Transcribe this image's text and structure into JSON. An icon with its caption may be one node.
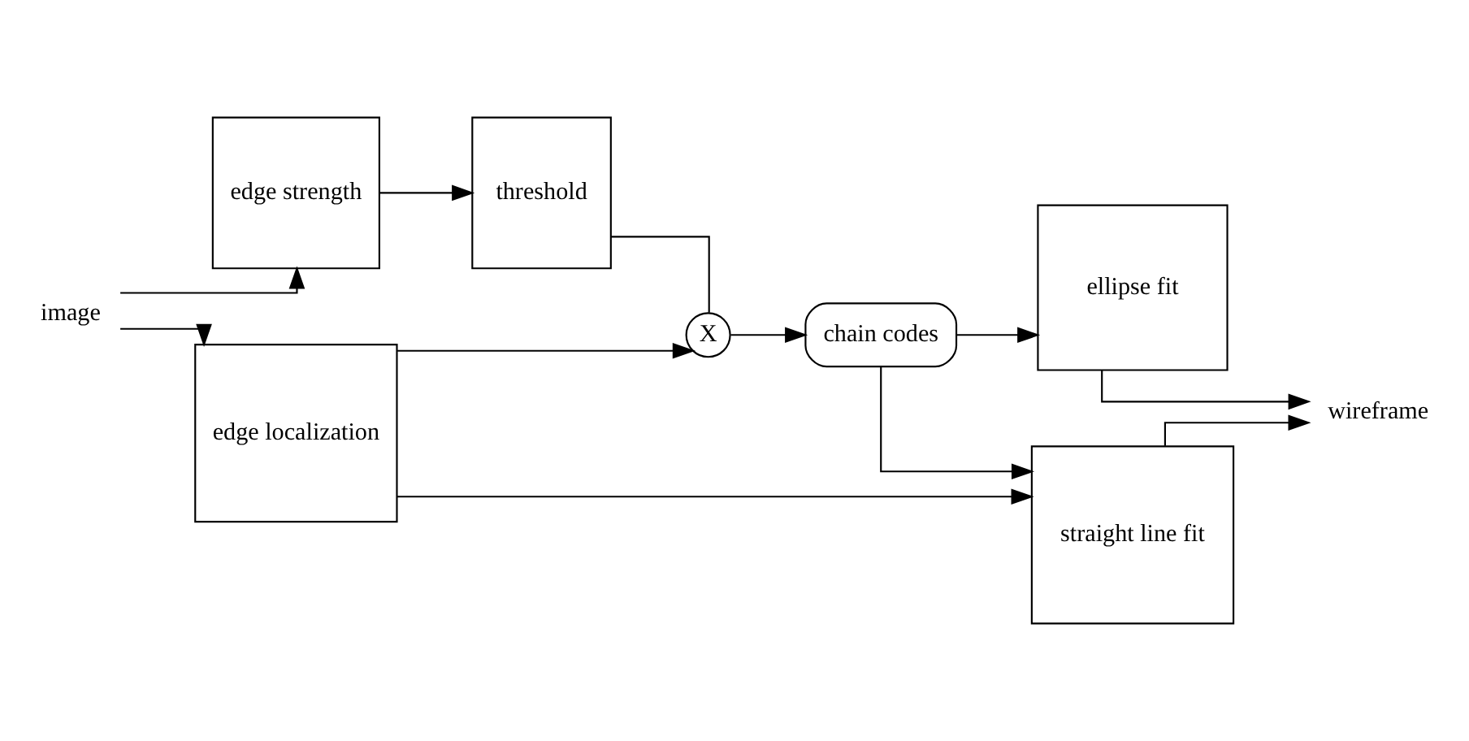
{
  "diagram": {
    "nodes": [
      {
        "text": [
          "image"
        ]
      },
      {
        "text": [
          "edge strength"
        ]
      },
      {
        "text": [
          "threshold"
        ]
      },
      {
        "text": [
          "X"
        ]
      },
      {
        "text": [
          "chain codes"
        ]
      },
      {
        "text": [
          "ellipse fit"
        ]
      },
      {
        "text": [
          "edge localization"
        ]
      },
      {
        "text": [
          "straight line fit"
        ]
      },
      {
        "text": [
          "wireframe"
        ]
      }
    ],
    "edges": [
      {
        "from": 0,
        "to": 1,
        "arrow": "to"
      },
      {
        "from": 0,
        "to": 6,
        "arrow": "to"
      },
      {
        "from": 1,
        "to": 2,
        "arrow": "to"
      },
      {
        "from": 2,
        "to": 3,
        "arrow": "none"
      },
      {
        "from": 6,
        "to": 3,
        "arrow": "to"
      },
      {
        "from": 3,
        "to": 4,
        "arrow": "to"
      },
      {
        "from": 4,
        "to": 5,
        "arrow": "to"
      },
      {
        "from": 4,
        "to": 7,
        "arrow": "to"
      },
      {
        "from": 6,
        "to": 7,
        "arrow": "to"
      },
      {
        "from": 5,
        "to": 8,
        "arrow": "to"
      },
      {
        "from": 7,
        "to": 8,
        "arrow": "to"
      }
    ]
  }
}
